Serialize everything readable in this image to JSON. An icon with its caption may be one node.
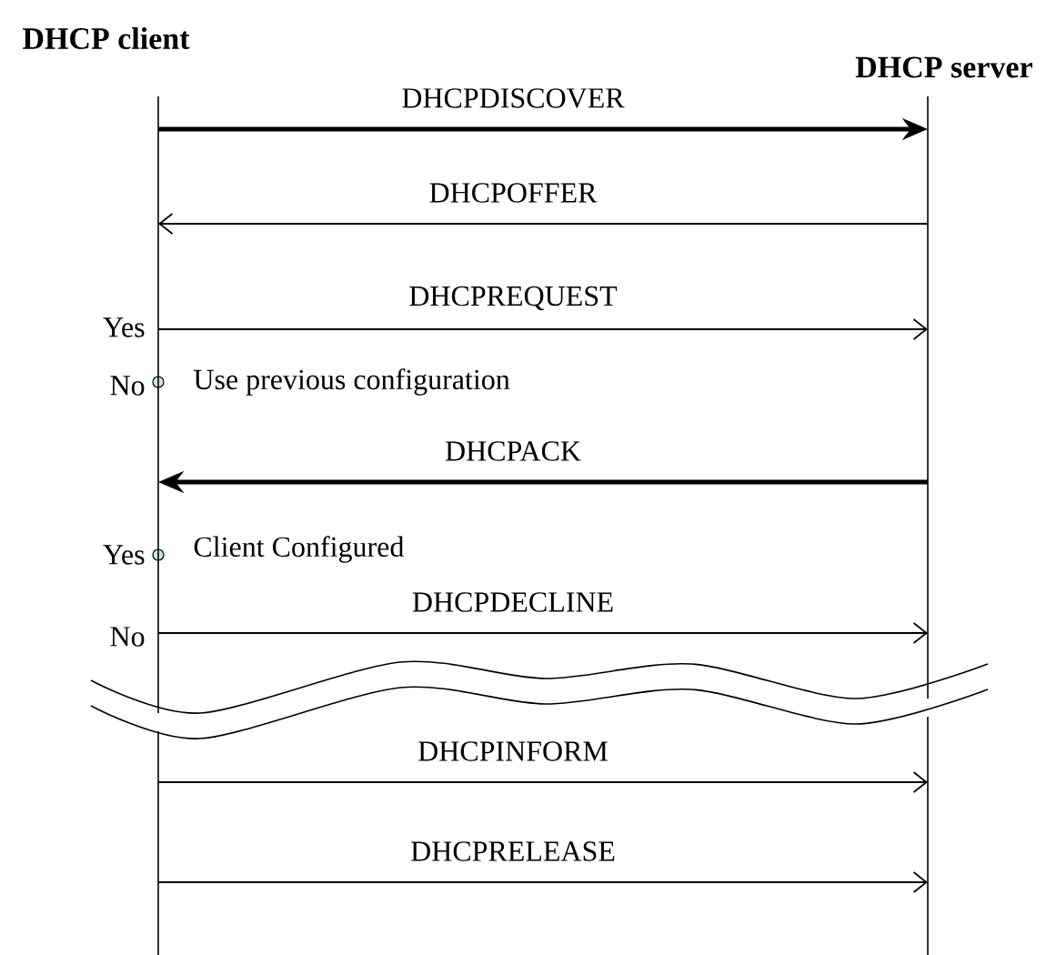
{
  "diagram": {
    "nodes": [
      {
        "text": [
          "DHCP client"
        ]
      },
      {
        "text": [
          "DHCP server"
        ]
      }
    ],
    "edges": [
      {
        "from": 0,
        "to": 1,
        "arrow": "to",
        "label": "DHCPDISCOVER",
        "style": "thick"
      },
      {
        "from": 1,
        "to": 0,
        "arrow": "to",
        "label": "DHCPOFFER"
      },
      {
        "from": 0,
        "to": 1,
        "arrow": "to",
        "label": "DHCPREQUEST"
      },
      {
        "from": 1,
        "to": 0,
        "arrow": "to",
        "label": "DHCPACK",
        "style": "thick"
      },
      {
        "from": 0,
        "to": 1,
        "arrow": "to",
        "label": "DHCPDECLINE"
      },
      {
        "from": 0,
        "to": 1,
        "arrow": "to",
        "label": "DHCPINFORM"
      },
      {
        "from": 0,
        "to": 1,
        "arrow": "to",
        "label": "DHCPRELEASE"
      }
    ],
    "labels": [
      "Yes",
      "No",
      "Use previous configuration",
      "Yes",
      "Client Configured",
      "No"
    ]
  }
}
